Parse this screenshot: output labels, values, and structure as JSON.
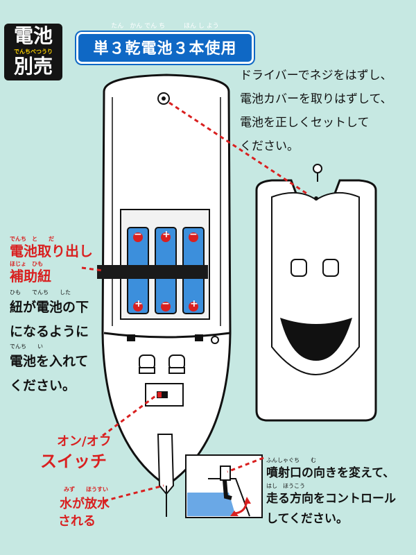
{
  "badge": {
    "line1": "電池",
    "ruby": "でんちべつうり",
    "line2": "別売"
  },
  "header": {
    "title": "単３乾電池３本使用",
    "ruby": "たん　かん でん ち　　　ほん し よう"
  },
  "instructions": {
    "lines": [
      "ドライバーでネジをはずし、",
      "電池カバーを取りはずして、",
      "電池を正しくセットして",
      "ください。"
    ]
  },
  "labels": {
    "pull_ribbon_ruby1": "でんち　と　　だ",
    "pull_ribbon_1": "電池取り出し",
    "pull_ribbon_ruby2": "ほじょ　ひも",
    "pull_ribbon_2": "補助紐",
    "ribbon_note_ruby1": "ひも　　でんち　　した",
    "ribbon_note_1": "紐が電池の下",
    "ribbon_note_2": "になるように",
    "ribbon_note_ruby3": "でんち　　い",
    "ribbon_note_3": "電池を入れて",
    "ribbon_note_4": "ください。",
    "switch_1": "オン/オフ",
    "switch_2": "スイッチ",
    "water_ruby": "みず　　ほうすい",
    "water_1": "水が放水",
    "water_2": "される",
    "nozzle_ruby1": "ふんしゃぐち　　む",
    "nozzle_1": "噴射口の向きを変えて、",
    "nozzle_ruby2": "はし　ほうこう",
    "nozzle_2": "走る方向をコントロール",
    "nozzle_3": "してください。"
  },
  "battery_marks": {
    "top": "−",
    "bottom": "+"
  },
  "colors": {
    "background": "#c6e8e2",
    "accent_red": "#d92020",
    "header_blue": "#0f68c5",
    "battery_blue": "#3c8fdc"
  }
}
